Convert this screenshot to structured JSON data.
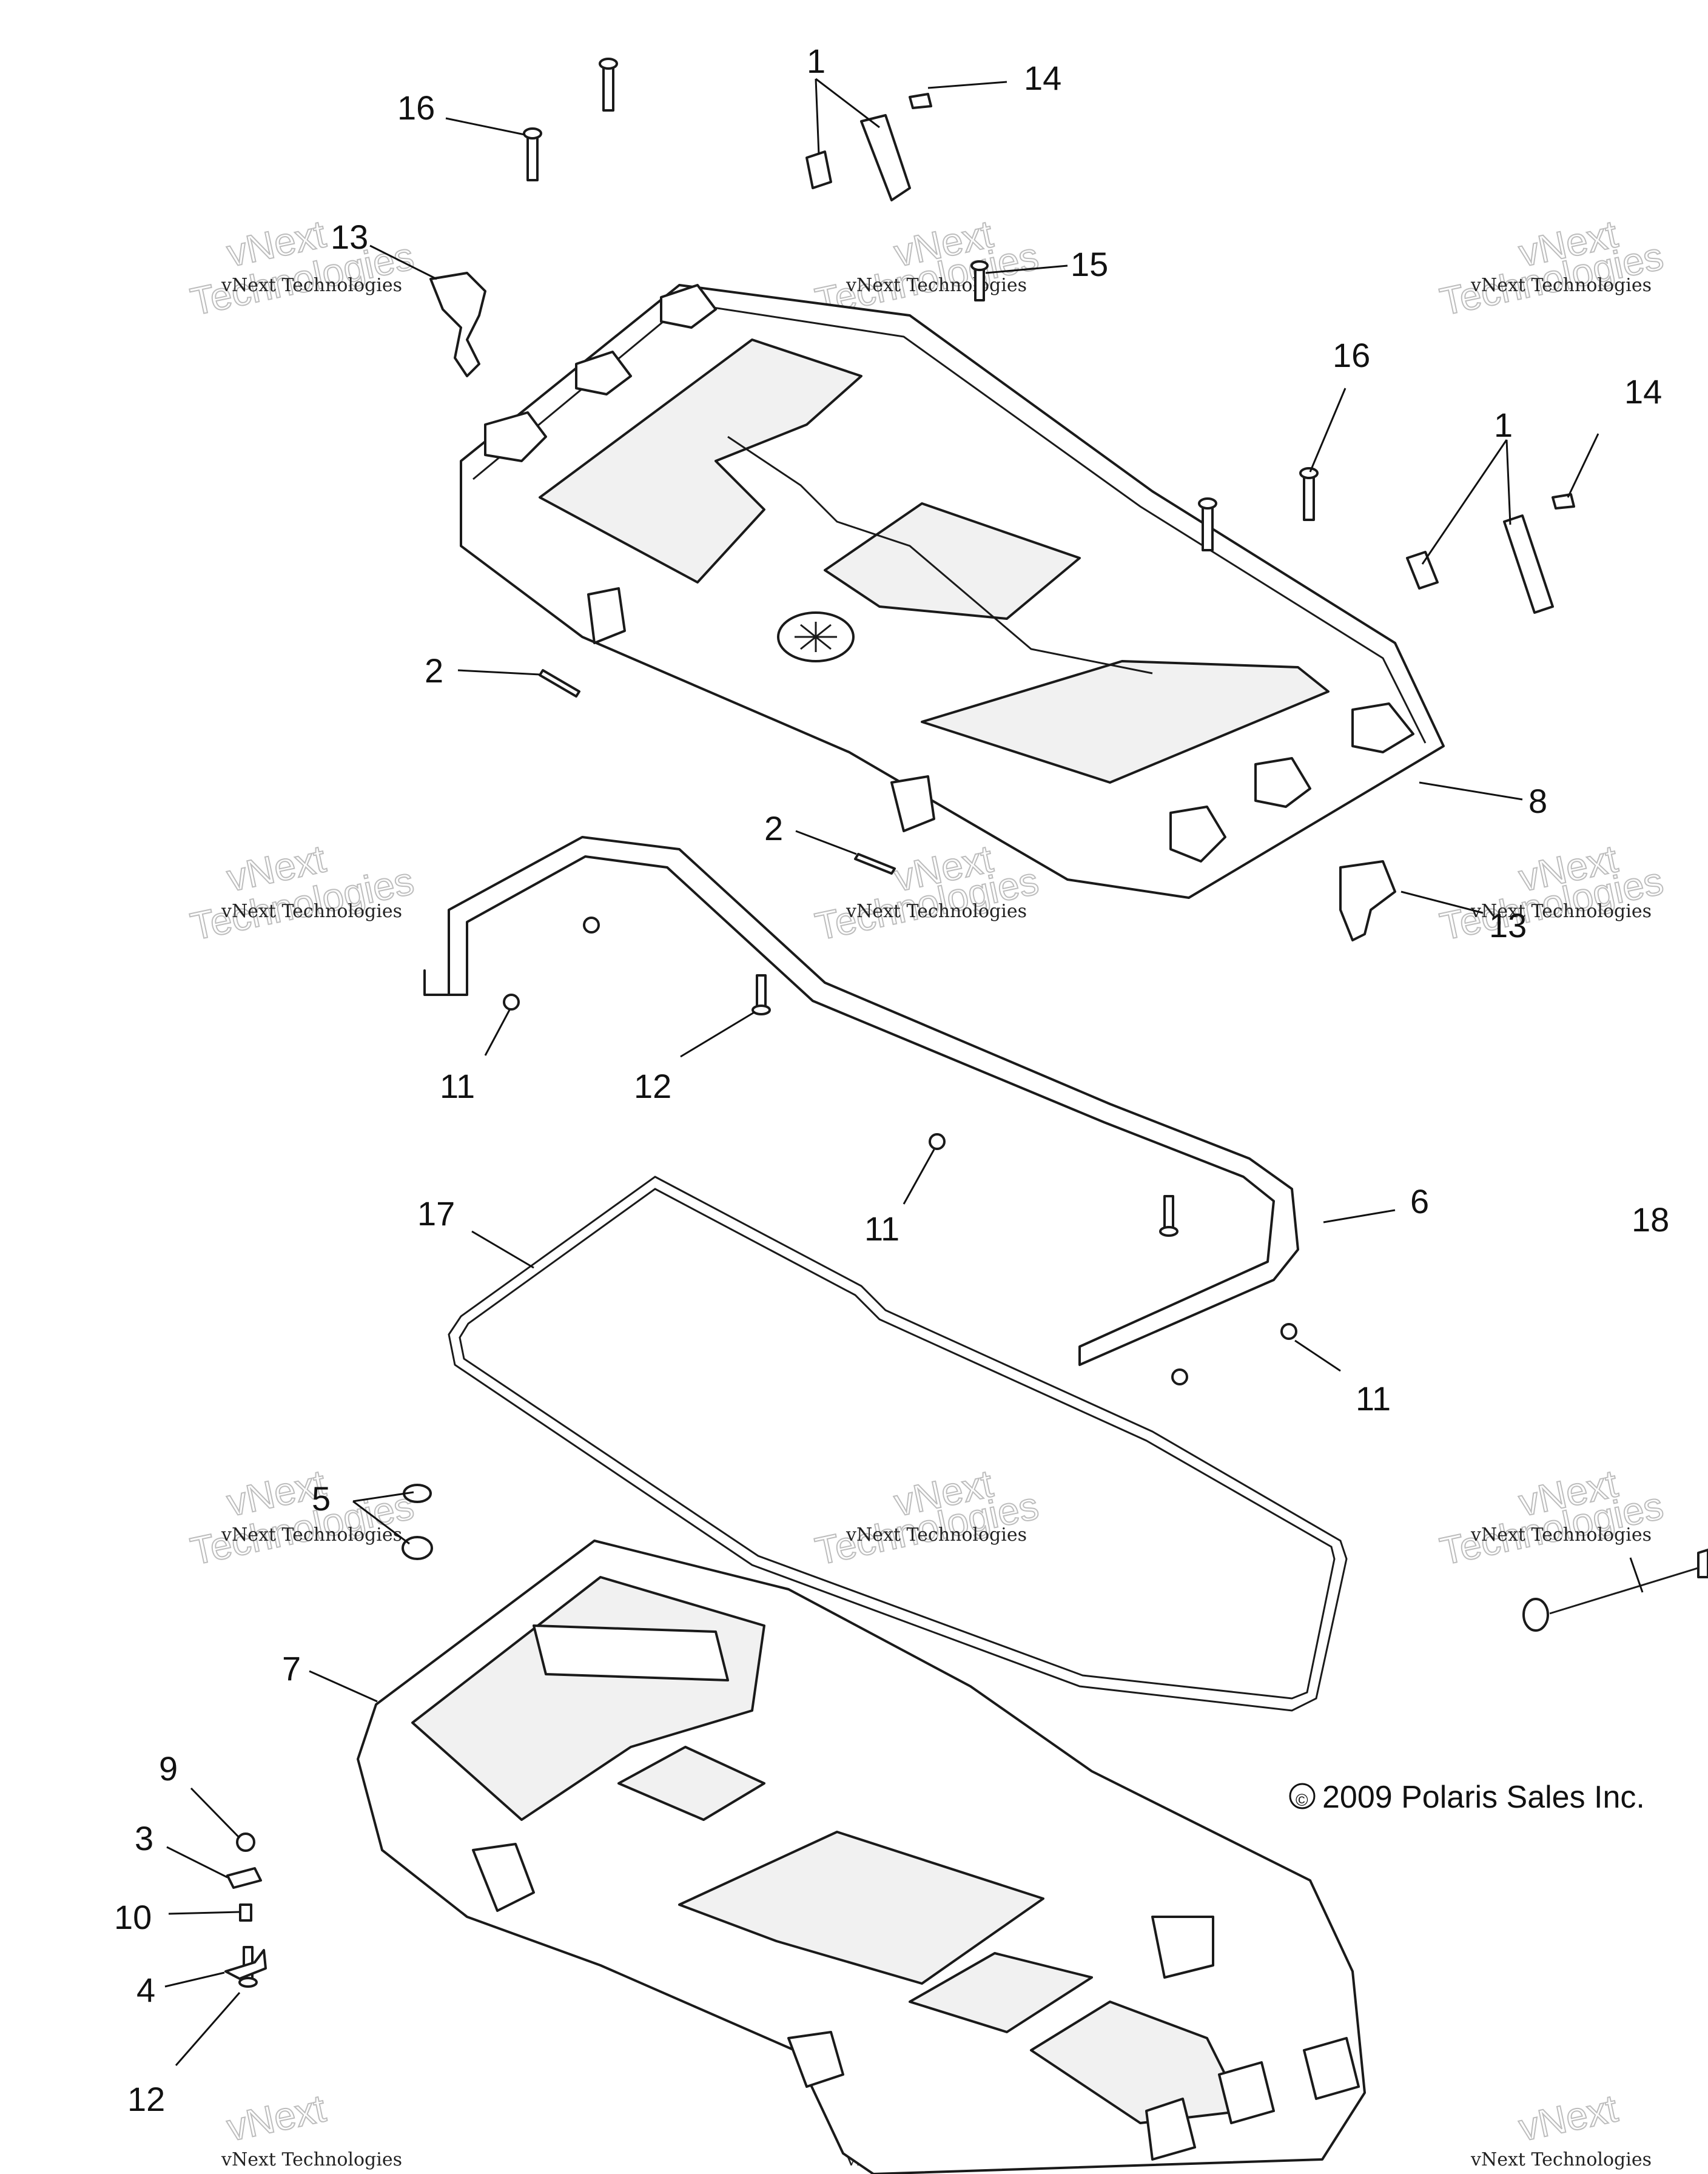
{
  "copyright": "2009 Polaris Sales Inc.",
  "copyright_symbol": "©",
  "watermark": {
    "line1": "vNext Technologies",
    "line2": "vNext",
    "line3": "Technologies"
  },
  "callouts": {
    "c1a": "1",
    "c1b": "1",
    "c2a": "2",
    "c2b": "2",
    "c3": "3",
    "c4": "4",
    "c5": "5",
    "c6": "6",
    "c7": "7",
    "c8": "8",
    "c9": "9",
    "c10": "10",
    "c11a": "11",
    "c11b": "11",
    "c11c": "11",
    "c12a": "12",
    "c12b": "12",
    "c13a": "13",
    "c13b": "13",
    "c14a": "14",
    "c14b": "14",
    "c15": "15",
    "c16a": "16",
    "c16b": "16",
    "c17": "17",
    "c18": "18"
  }
}
